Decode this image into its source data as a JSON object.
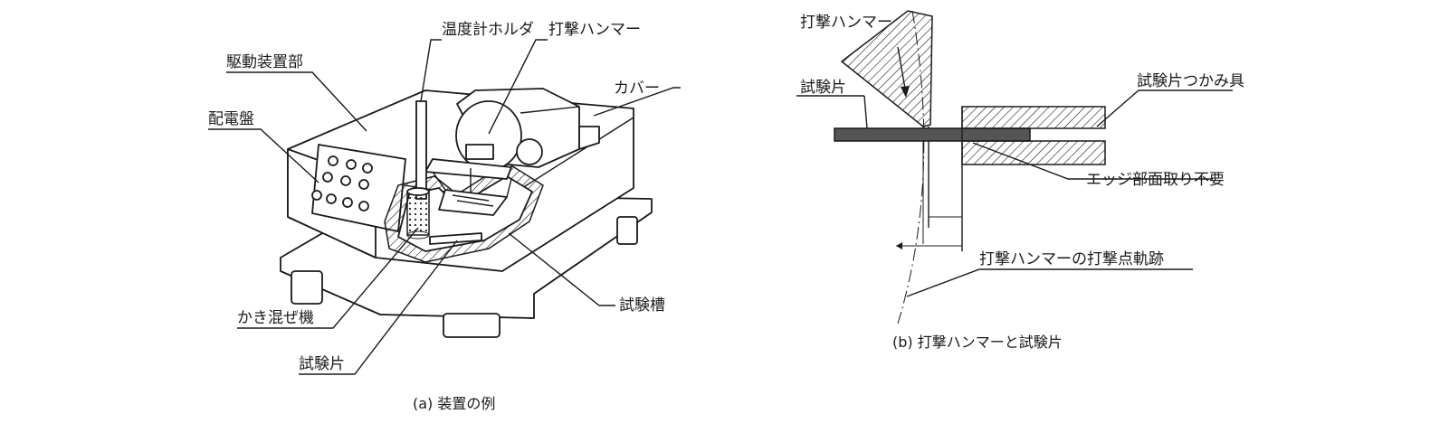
{
  "figure_a": {
    "caption": "(a)  装置の例",
    "labels": {
      "thermometer_holder": "温度計ホルダ",
      "striking_hammer": "打撃ハンマー",
      "drive_unit": "駆動装置部",
      "cover": "カバー",
      "control_panel": "配電盤",
      "test_bath": "試験槽",
      "stirrer": "かき混ぜ機",
      "specimen": "試験片"
    }
  },
  "figure_b": {
    "caption": "(b)  打撃ハンマーと試験片",
    "labels": {
      "striking_hammer": "打撃ハンマー",
      "specimen": "試験片",
      "specimen_grip": "試験片つかみ具",
      "edge_no_chamfer": "エッジ部面取り不要",
      "hammer_trajectory": "打撃ハンマーの打撃点軌跡"
    }
  }
}
